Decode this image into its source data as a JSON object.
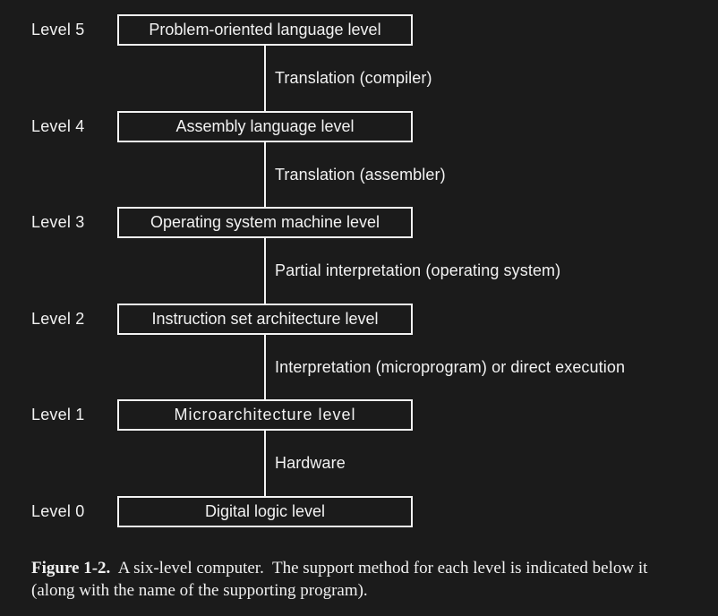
{
  "colors": {
    "background": "#1b1b1b",
    "foreground": "#f2f2f2"
  },
  "diagram": {
    "levels": [
      {
        "label": "Level 5",
        "box": "Problem-oriented language level"
      },
      {
        "label": "Level 4",
        "box": "Assembly language level"
      },
      {
        "label": "Level 3",
        "box": "Operating system machine level"
      },
      {
        "label": "Level 2",
        "box": "Instruction set architecture level"
      },
      {
        "label": "Level 1",
        "box": "Microarchitecture level"
      },
      {
        "label": "Level 0",
        "box": "Digital logic level"
      }
    ],
    "connectors": [
      {
        "text": "Translation (compiler)"
      },
      {
        "text": "Translation (assembler)"
      },
      {
        "text": "Partial interpretation (operating system)"
      },
      {
        "text": "Interpretation (microprogram) or direct execution"
      },
      {
        "text": "Hardware"
      }
    ]
  },
  "caption": {
    "figure_label": "Figure 1-2.",
    "text": "  A six-level computer.  The support method for each level is indicated below it (along with the name of the supporting program)."
  }
}
